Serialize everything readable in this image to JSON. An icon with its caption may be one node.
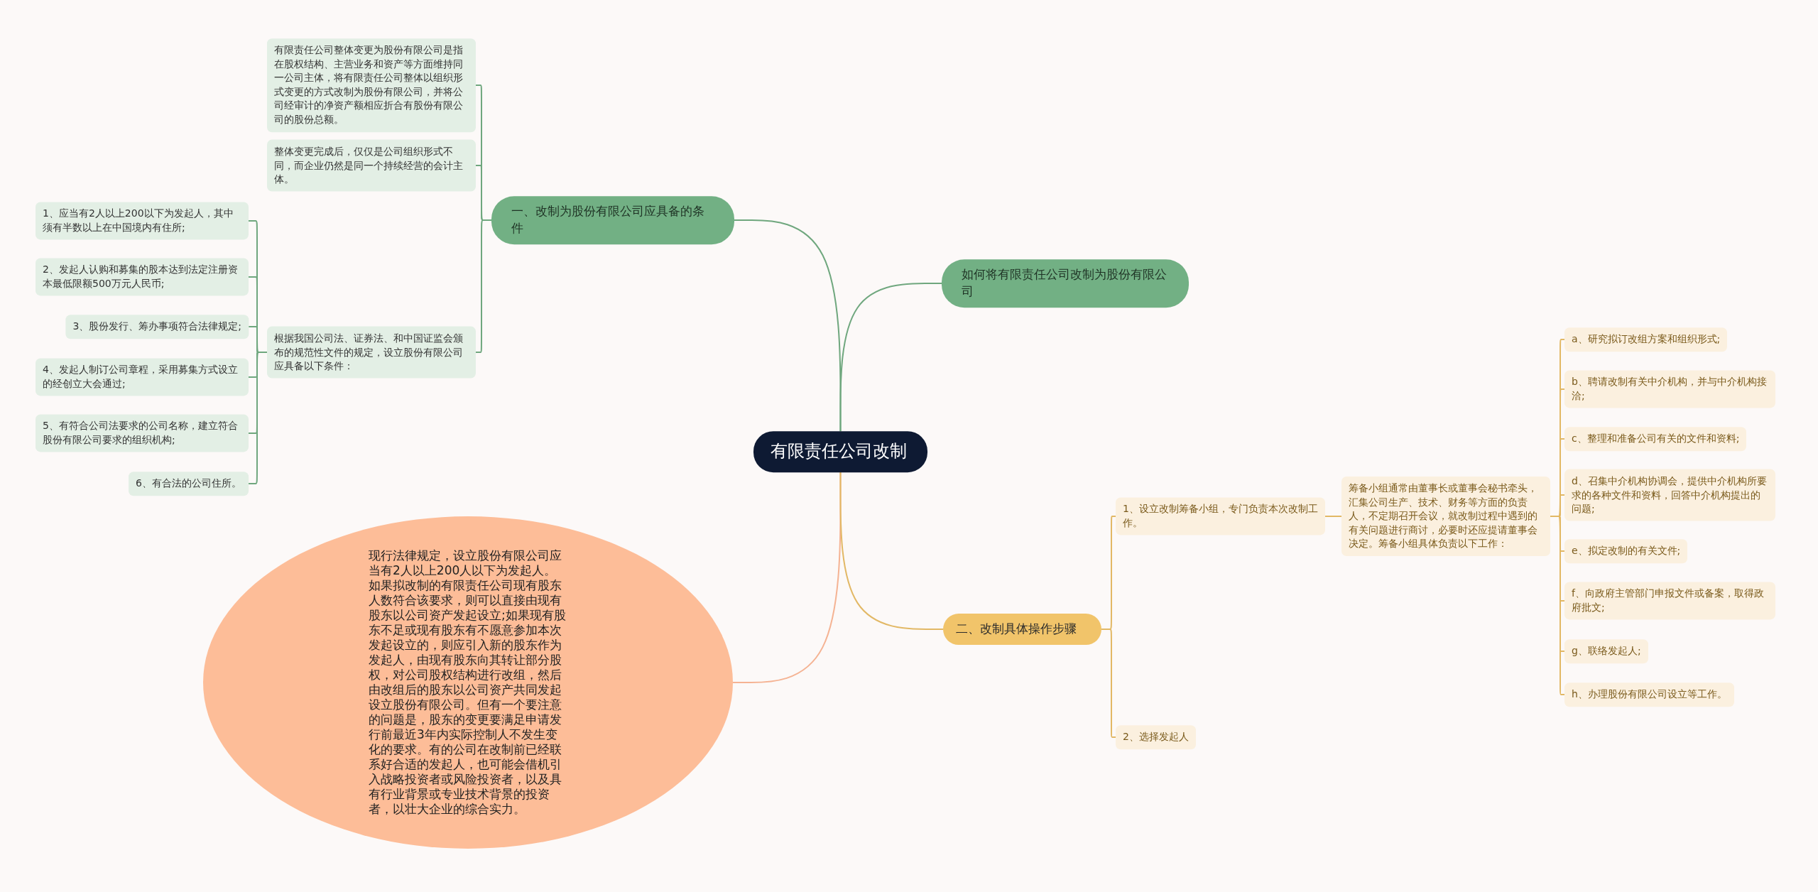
{
  "diagram": {
    "nodes": [
      {
        "text": [
          "有限责任公司改制"
        ]
      },
      {
        "text": [
          "一、改制为股份有限公司应具备的条件"
        ]
      },
      {
        "text": [
          "有限责任公司整体变更为股份有限公司是指在股权结构、主营业务和资产等方面维持同一公司主体，将有限责任公司整体以组织形式变更的方式改制为股份有限公司，并将公司经审计的净资产额相应折合有股份有限公司的股份总额。"
        ]
      },
      {
        "text": [
          "整体变更完成后，仅仅是公司组织形式不同，而企业仍然是同一个持续经营的会计主体。"
        ]
      },
      {
        "text": [
          "根据我国公司法、证券法、和中国证监会颁布的规范性文件的规定，设立股份有限公司应具备以下条件："
        ]
      },
      {
        "text": [
          "1、应当有2人以上200以下为发起人，其中须有半数以上在中国境内有住所;"
        ]
      },
      {
        "text": [
          "2、发起人认购和募集的股本达到法定注册资本最低限额500万元人民币;"
        ]
      },
      {
        "text": [
          "3、股份发行、筹办事项符合法律规定;"
        ]
      },
      {
        "text": [
          "4、发起人制订公司章程，采用募集方式设立的经创立大会通过;"
        ]
      },
      {
        "text": [
          "5、有符合公司法要求的公司名称，建立符合股份有限公司要求的组织机构;"
        ]
      },
      {
        "text": [
          "6、有合法的公司住所。"
        ]
      },
      {
        "text": [
          "如何将有限责任公司改制为股份有限公司"
        ]
      },
      {
        "text": [
          "现行法律规定，设立股份有限公司应当有2人以上200人以下为发起人。如果拟改制的有限责任公司现有股东人数符合该要求，则可以直接由现有股东以公司资产发起设立;如果现有股东不足或现有股东有不愿意参加本次发起设立的，则应引入新的股东作为发起人，由现有股东向其转让部分股权，对公司股权结构进行改组，然后由改组后的股东以公司资产共同发起设立股份有限公司。但有一个要注意的问题是，股东的变更要满足申请发行前最近3年内实际控制人不发生变化的要求。有的公司在改制前已经联系好合适的发起人，也可能会借机引入战略投资者或风险投资者，以及具有行业背景或专业技术背景的投资者，以壮大企业的综合实力。"
        ]
      },
      {
        "text": [
          "二、改制具体操作步骤"
        ]
      },
      {
        "text": [
          "1、设立改制筹备小组，专门负责本次改制工作。"
        ]
      },
      {
        "text": [
          "筹备小组通常由董事长或董事会秘书牵头，汇集公司生产、技术、财务等方面的负责人，不定期召开会议，就改制过程中遇到的有关问题进行商讨，必要时还应提请董事会决定。筹备小组具体负责以下工作："
        ]
      },
      {
        "text": [
          "a、研究拟订改组方案和组织形式;"
        ]
      },
      {
        "text": [
          "b、聘请改制有关中介机构，并与中介机构接洽;"
        ]
      },
      {
        "text": [
          "c、整理和准备公司有关的文件和资料;"
        ]
      },
      {
        "text": [
          "d、召集中介机构协调会，提供中介机构所要求的各种文件和资料，回答中介机构提出的问题;"
        ]
      },
      {
        "text": [
          "e、拟定改制的有关文件;"
        ]
      },
      {
        "text": [
          "f、向政府主管部门申报文件或备案，取得政府批文;"
        ]
      },
      {
        "text": [
          "g、联络发起人;"
        ]
      },
      {
        "text": [
          "h、办理股份有限公司设立等工作。"
        ]
      },
      {
        "text": [
          "2、选择发起人"
        ]
      }
    ],
    "edges": [
      {
        "from": 0,
        "to": 1,
        "arrow": "none",
        "color": "#6fa77e"
      },
      {
        "from": 1,
        "to": 2,
        "arrow": "none",
        "color": "#6fa77e"
      },
      {
        "from": 1,
        "to": 3,
        "arrow": "none",
        "color": "#6fa77e"
      },
      {
        "from": 1,
        "to": 4,
        "arrow": "none",
        "color": "#6fa77e"
      },
      {
        "from": 4,
        "to": 5,
        "arrow": "none",
        "color": "#6fa77e"
      },
      {
        "from": 4,
        "to": 6,
        "arrow": "none",
        "color": "#6fa77e"
      },
      {
        "from": 4,
        "to": 7,
        "arrow": "none",
        "color": "#6fa77e"
      },
      {
        "from": 4,
        "to": 8,
        "arrow": "none",
        "color": "#6fa77e"
      },
      {
        "from": 4,
        "to": 9,
        "arrow": "none",
        "color": "#6fa77e"
      },
      {
        "from": 4,
        "to": 10,
        "arrow": "none",
        "color": "#6fa77e"
      },
      {
        "from": 0,
        "to": 11,
        "arrow": "none",
        "color": "#6fa77e"
      },
      {
        "from": 0,
        "to": 12,
        "arrow": "none",
        "color": "#f5b393"
      },
      {
        "from": 0,
        "to": 13,
        "arrow": "none"
      },
      {
        "from": 13,
        "to": 14,
        "arrow": "none"
      },
      {
        "from": 14,
        "to": 15,
        "arrow": "none"
      },
      {
        "from": 15,
        "to": 16,
        "arrow": "none"
      },
      {
        "from": 15,
        "to": 17,
        "arrow": "none"
      },
      {
        "from": 15,
        "to": 18,
        "arrow": "none"
      },
      {
        "from": 15,
        "to": 19,
        "arrow": "none"
      },
      {
        "from": 15,
        "to": 20,
        "arrow": "none"
      },
      {
        "from": 15,
        "to": 21,
        "arrow": "none"
      },
      {
        "from": 15,
        "to": 22,
        "arrow": "none"
      },
      {
        "from": 15,
        "to": 23,
        "arrow": "none"
      },
      {
        "from": 13,
        "to": 24,
        "arrow": "none"
      }
    ]
  }
}
